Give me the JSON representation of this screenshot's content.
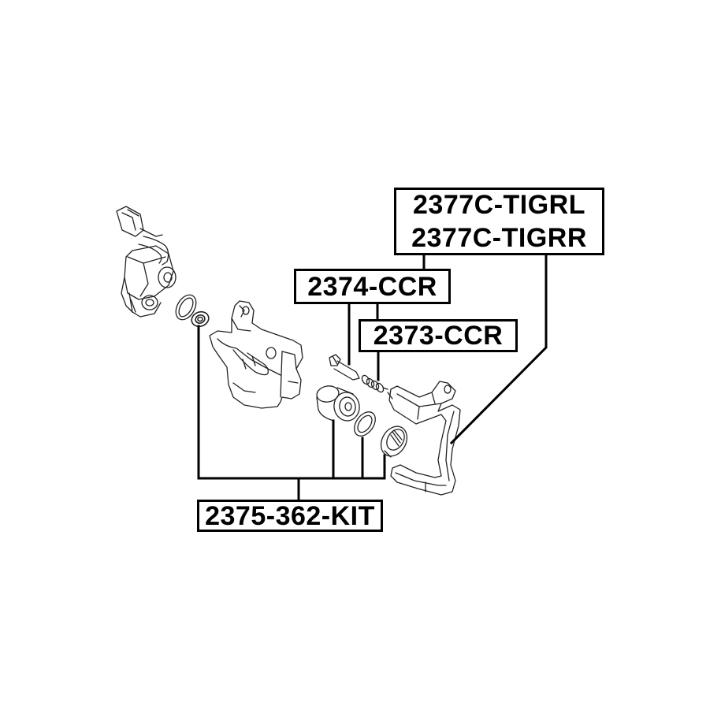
{
  "diagram": {
    "type": "exploded-parts-diagram",
    "subject": "rear brake caliper assembly",
    "background": "#ffffff",
    "line_color": "#000000"
  },
  "labels": {
    "bracket": {
      "lines": [
        "2377C-TIGRL",
        "2377C-TIGRR"
      ]
    },
    "guide_pin": {
      "text": "2374-CCR"
    },
    "guide_boot": {
      "text": "2373-CCR"
    },
    "repair_kit": {
      "text": "2375-362-KIT"
    }
  },
  "parts": [
    {
      "id": "parking-brake-motor",
      "labelled": false
    },
    {
      "id": "o-ring",
      "labelled": false
    },
    {
      "id": "small-seal",
      "labelled": true,
      "label": "2375-362-KIT"
    },
    {
      "id": "caliper-housing",
      "labelled": false
    },
    {
      "id": "guide-pin-bolt",
      "labelled": true,
      "label": "2374-CCR"
    },
    {
      "id": "guide-pin-boot",
      "labelled": true,
      "label": "2373-CCR"
    },
    {
      "id": "piston",
      "labelled": true,
      "label": "2375-362-KIT"
    },
    {
      "id": "piston-seal",
      "labelled": true,
      "label": "2375-362-KIT"
    },
    {
      "id": "dust-boot",
      "labelled": true,
      "label": "2375-362-KIT"
    },
    {
      "id": "caliper-bracket",
      "labelled": true,
      "label": "2377C-TIGRL / 2377C-TIGRR"
    }
  ]
}
